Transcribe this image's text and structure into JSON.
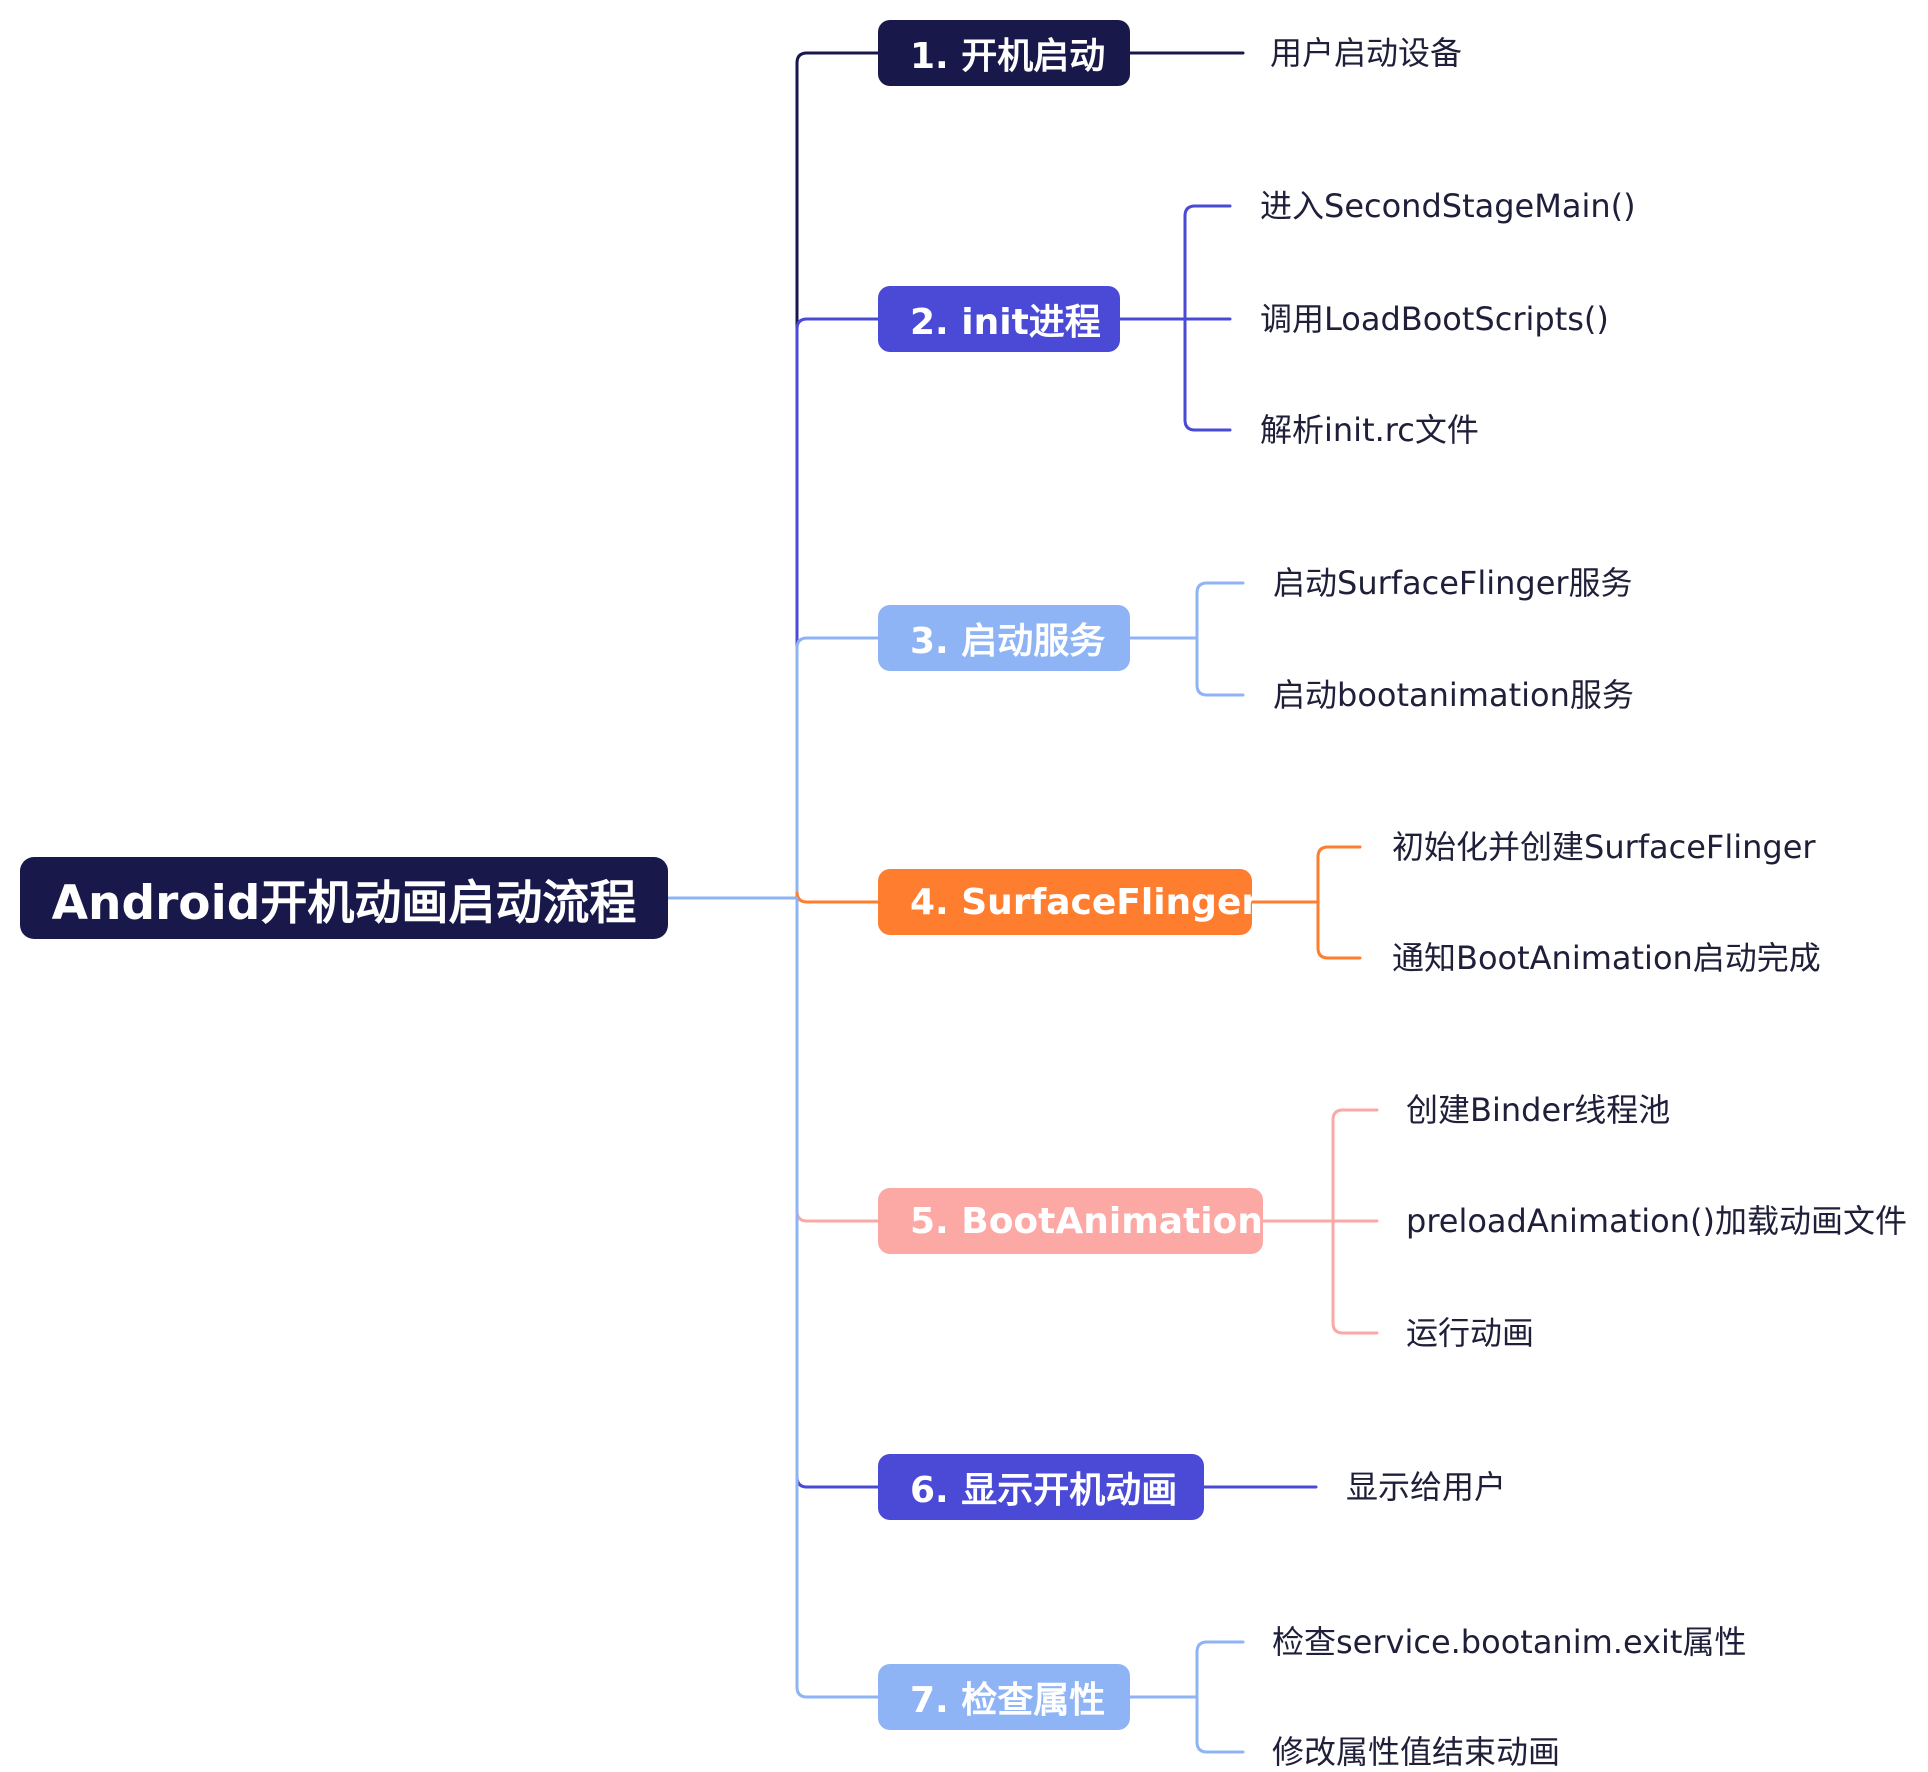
{
  "colors": {
    "dark_navy": "#18184a",
    "indigo": "#4a4ad6",
    "light_blue": "#8fb4f5",
    "orange": "#ff7d2e",
    "pink": "#fca8a5",
    "text_dark": "#1f1f3a"
  },
  "root": {
    "label": "Android开机动画启动流程"
  },
  "branches": [
    {
      "label": "1. 开机启动",
      "color": "#18184a",
      "text_color": "#ffffff",
      "children": [
        "用户启动设备"
      ]
    },
    {
      "label": "2. init进程",
      "color": "#4a4ad6",
      "text_color": "#ffffff",
      "children": [
        "进入SecondStageMain()",
        "调用LoadBootScripts()",
        "解析init.rc文件"
      ]
    },
    {
      "label": "3. 启动服务",
      "color": "#8fb4f5",
      "text_color": "#ffffff",
      "children": [
        "启动SurfaceFlinger服务",
        "启动bootanimation服务"
      ]
    },
    {
      "label": "4. SurfaceFlinger",
      "color": "#ff7d2e",
      "text_color": "#ffffff",
      "children": [
        "初始化并创建SurfaceFlinger",
        "通知BootAnimation启动完成"
      ]
    },
    {
      "label": "5. BootAnimation",
      "color": "#fca8a5",
      "text_color": "#ffffff",
      "children": [
        "创建Binder线程池",
        "preloadAnimation()加载动画文件",
        "运行动画"
      ]
    },
    {
      "label": "6. 显示开机动画",
      "color": "#4a4ad6",
      "text_color": "#ffffff",
      "children": [
        "显示给用户"
      ]
    },
    {
      "label": "7. 检查属性",
      "color": "#8fb4f5",
      "text_color": "#ffffff",
      "children": [
        "检查service.bootanim.exit属性",
        "修改属性值结束动画"
      ]
    }
  ]
}
